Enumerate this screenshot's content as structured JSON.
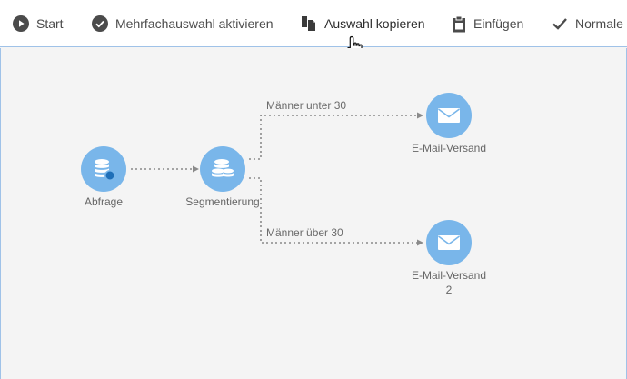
{
  "toolbar": {
    "start": "Start",
    "multiselect": "Mehrfachauswahl aktivieren",
    "copy_selection": "Auswahl kopieren",
    "paste": "Einfügen",
    "normal": "Normale"
  },
  "workflow": {
    "nodes": {
      "query": {
        "label": "Abfrage",
        "icon": "database-icon"
      },
      "segmentation": {
        "label": "Segmentierung",
        "icon": "database-stack-icon"
      },
      "email1": {
        "label": "E-Mail-Versand",
        "icon": "envelope-icon"
      },
      "email2": {
        "label_line1": "E-Mail-Versand",
        "label_line2": "2",
        "icon": "envelope-icon"
      }
    },
    "edges": {
      "top_label": "Männer unter 30",
      "bottom_label": "Männer über 30"
    }
  },
  "colors": {
    "node": "#79b6ea",
    "node_icon": "#ffffff",
    "accent_border": "#9fc2e8"
  }
}
